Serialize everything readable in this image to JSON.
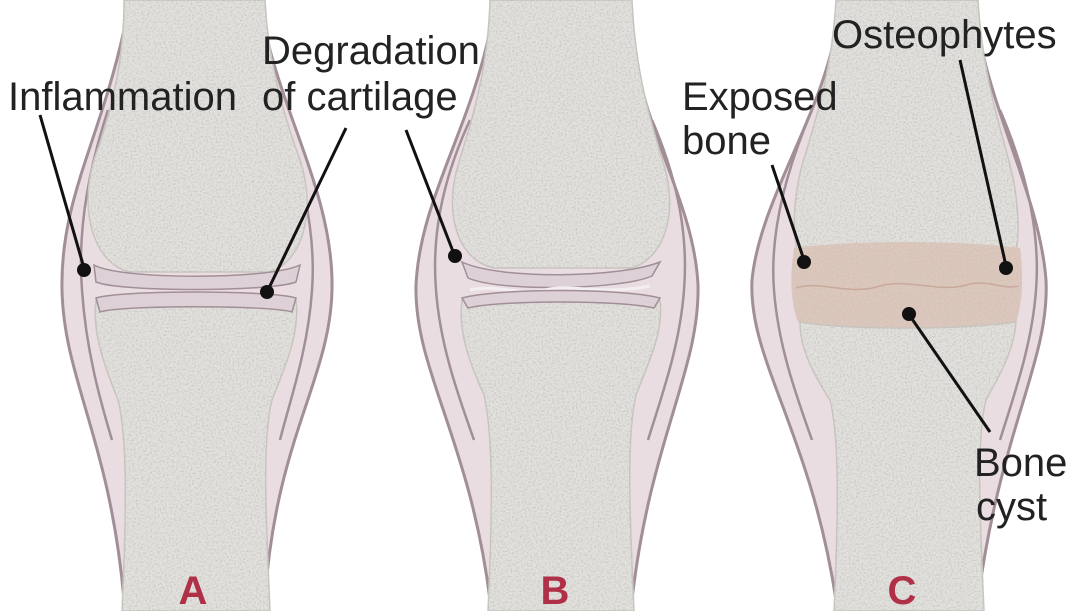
{
  "labels": {
    "inflammation": "Inflammation",
    "degradation_line1": "Degradation",
    "degradation_line2": "of cartilage",
    "osteophytes": "Osteophytes",
    "exposed_line1": "Exposed",
    "exposed_line2": "bone",
    "bone_line1": "Bone",
    "bone_line2": "cyst"
  },
  "panels": {
    "a": "A",
    "b": "B",
    "c": "C"
  },
  "colors": {
    "capsule_fill": "#e9dde2",
    "capsule_stroke": "#a28e97",
    "bone_fill": "#e2e1dd",
    "bone_texture": "#b3b2ad",
    "joint_space": "#ddd0d6",
    "exposed_bone": "#dcc8bd",
    "label_text": "#222222",
    "panel_letter": "#b03048",
    "leader_line": "#111111"
  }
}
